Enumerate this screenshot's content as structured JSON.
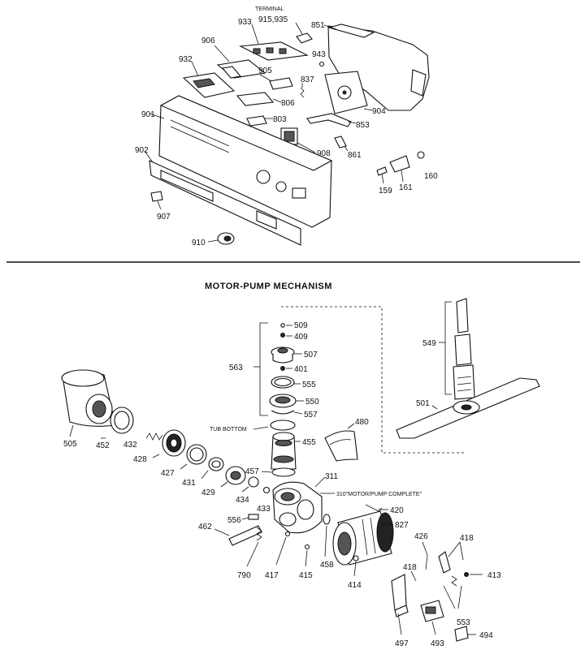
{
  "top_section": {
    "terminal_label": "TERMINAL",
    "labels": {
      "p933": "933",
      "p915_935": "915,935",
      "p851": "851",
      "p906": "906",
      "p943": "943",
      "p932": "932",
      "p905": "905",
      "p837": "837",
      "p806": "806",
      "p904": "904",
      "p901": "901",
      "p803": "803",
      "p853": "853",
      "p908": "908",
      "p861": "861",
      "p902": "902",
      "p160": "160",
      "p159": "159",
      "p161": "161",
      "p907": "907",
      "p910": "910"
    }
  },
  "bottom_section": {
    "title": "MOTOR-PUMP MECHANISM",
    "tub_bottom_label": "TUB BOTTOM",
    "motor_pump_complete_label": "310\"MOTOR/PUMP COMPLETE\"",
    "labels": {
      "p509": "509",
      "p409": "409",
      "p507": "507",
      "p401": "401",
      "p563": "563",
      "p555": "555",
      "p550": "550",
      "p557": "557",
      "p549": "549",
      "p501": "501",
      "p480": "480",
      "p455": "455",
      "p505": "505",
      "p452": "452",
      "p432": "432",
      "p428": "428",
      "p427": "427",
      "p431": "431",
      "p429": "429",
      "p457": "457",
      "p311": "311",
      "p434": "434",
      "p433": "433",
      "p420": "420",
      "p827": "827",
      "p556": "556",
      "p462": "462",
      "p426": "426",
      "p418a": "418",
      "p418b": "418",
      "p413": "413",
      "p790": "790",
      "p417": "417",
      "p415": "415",
      "p458": "458",
      "p414": "414",
      "p553": "553",
      "p497": "497",
      "p493": "493",
      "p494": "494"
    }
  }
}
